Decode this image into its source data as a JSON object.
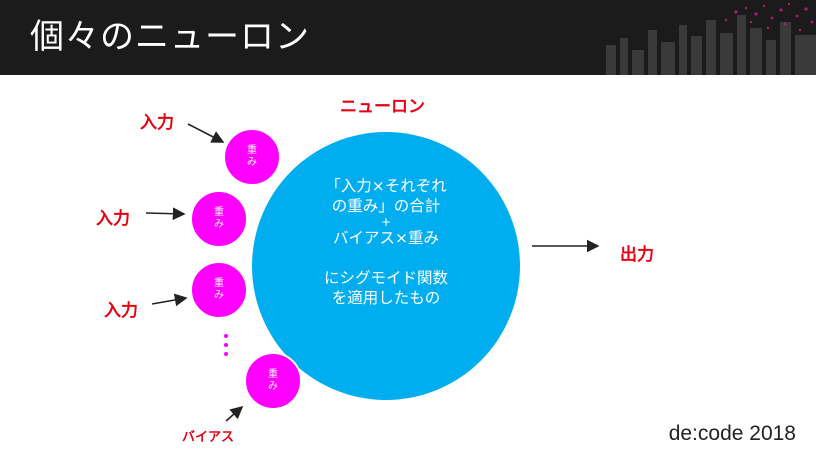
{
  "header": {
    "title": "個々のニューロン"
  },
  "neuron": {
    "title": "ニューロン",
    "lines": [
      "「入力×それぞれ",
      "の重み」の合計",
      "+",
      "バイアス×重み",
      "",
      "にシグモイド関数",
      "を適用したもの"
    ]
  },
  "inputs": [
    {
      "label": "入力",
      "weight": "重\nみ"
    },
    {
      "label": "入力",
      "weight": "重\nみ"
    },
    {
      "label": "入力",
      "weight": "重\nみ"
    }
  ],
  "bias": {
    "label": "バイアス",
    "weight": "重\nみ"
  },
  "output": {
    "label": "出力"
  },
  "brand": "de:code 2018",
  "colors": {
    "accent_red": "#e60012",
    "neuron_blue": "#00aeef",
    "weight_magenta": "#ff00ff",
    "header_bg": "#1b1b1b"
  }
}
